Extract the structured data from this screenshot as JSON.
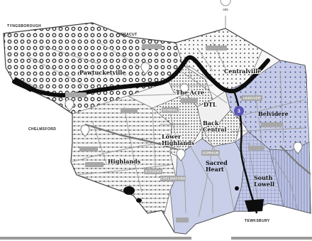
{
  "towns": {
    "tyngsborough": "TYNGSBOROUGH",
    "dracut": "DRACUT",
    "chelmsford": "CHELMSFORD",
    "tewksbury": "TEWKSBURY"
  },
  "neighborhoods": {
    "pawtucketville": "Pawtucketville",
    "centralville": "Centralville",
    "the_acre": "The Acre",
    "belvidere": "Belvidere",
    "back_central": "Back\nCentral",
    "lower_highlands": "Lower\nHighlands",
    "highlands": "Highlands",
    "sacred_heart": "Sacred\nHeart",
    "south_lowell": "South\nLowell",
    "downtown": "DTL"
  },
  "roads": {
    "andover": "ANDOVER",
    "gorham": "GORHAM",
    "school": "SCHOOL",
    "chelmsford": "CHELMSFORD",
    "stevens": "STEVENS"
  },
  "pins": {
    "i495": "495"
  },
  "marker": {
    "number": "3"
  },
  "colors": {
    "blue_region": "#c5cbe7",
    "blue_dots": "#3b4a8e",
    "river": "#0d0d0d",
    "road": "#9c9c9c",
    "marker": "#5a55b8"
  }
}
